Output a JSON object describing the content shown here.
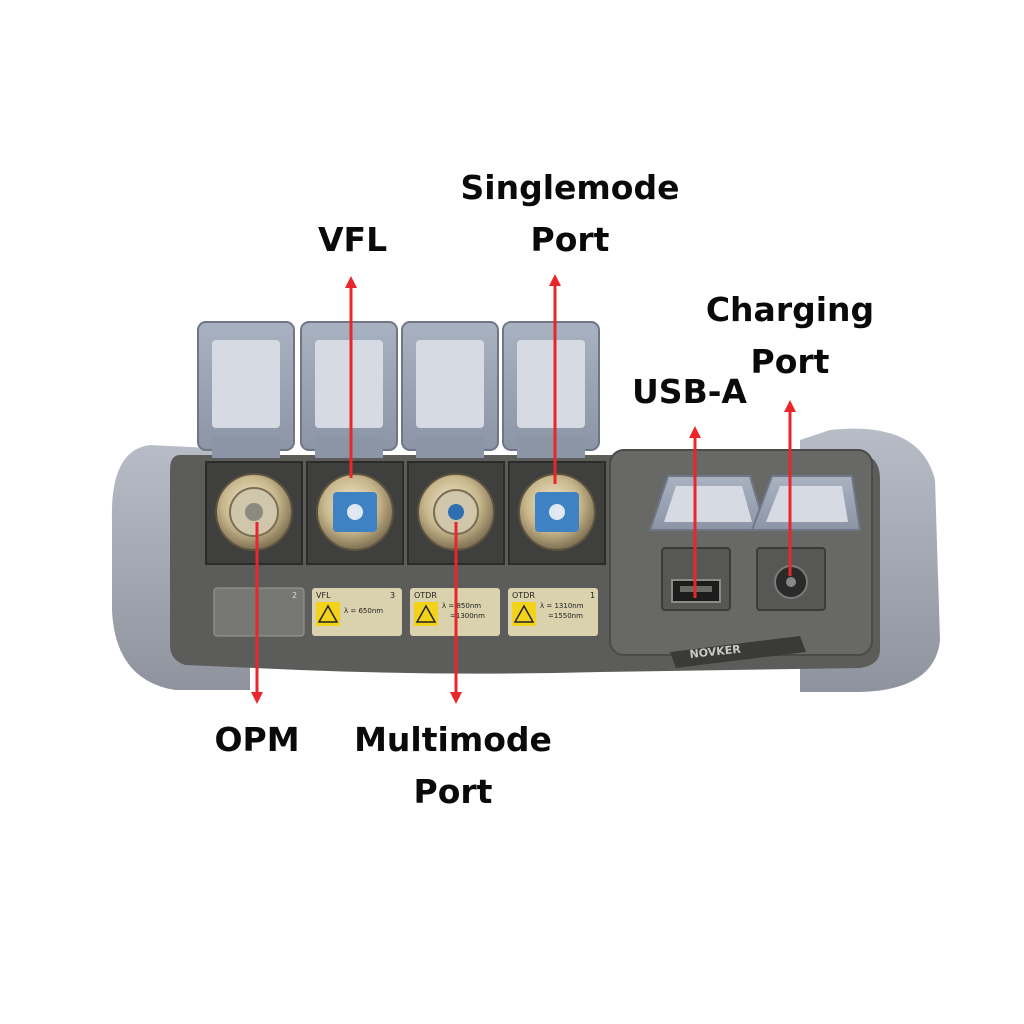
{
  "callouts": {
    "vfl": "VFL",
    "singlemode": [
      "Singlemode",
      "Port"
    ],
    "charging": [
      "Charging",
      "Port"
    ],
    "usb_a": "USB-A",
    "opm": "OPM",
    "multimode": [
      "Multimode",
      "Port"
    ]
  },
  "device": {
    "brand": "NOVKER",
    "ports": [
      {
        "number": "2",
        "tag": "",
        "wavelengths": []
      },
      {
        "number": "3",
        "tag": "VFL",
        "wavelengths": [
          "λ = 650nm"
        ]
      },
      {
        "number": "",
        "tag": "OTDR",
        "wavelengths": [
          "λ = 850nm",
          "=1300nm"
        ]
      },
      {
        "number": "1",
        "tag": "OTDR",
        "wavelengths": [
          "λ = 1310nm",
          "=1550nm"
        ]
      }
    ]
  },
  "colors": {
    "arrow": "#e8262b",
    "bumper": "#a8adb8",
    "body": "#5a5b58",
    "label_plate": "#d9d2ad",
    "warning": "#f2d21a"
  }
}
